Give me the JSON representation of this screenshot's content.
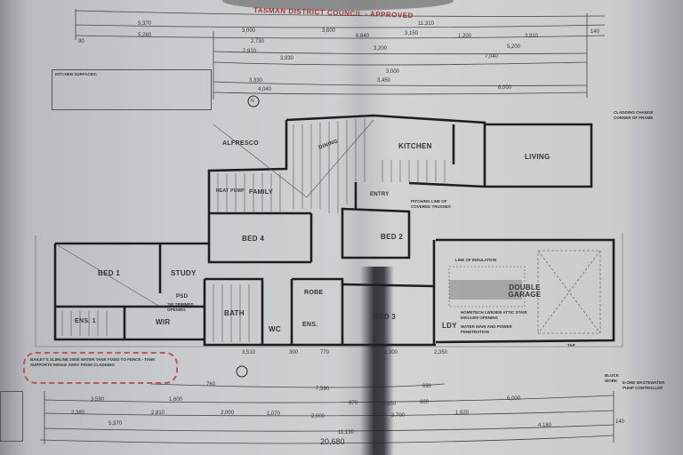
{
  "stamp": "TASMAN DISTRICT COUNCIL - APPROVED",
  "rooms": {
    "alfresco": "ALFRESCO",
    "dining": "DINING",
    "kitchen": "KITCHEN",
    "living": "LIVING",
    "family": "FAMILY",
    "heat_pump": "HEAT PUMP",
    "entry": "ENTRY",
    "bed4": "BED 4",
    "bed2": "BED 2",
    "bed1": "BED 1",
    "study": "STUDY",
    "wir": "WIR",
    "ens1": "ENS. 1",
    "bath": "BATH",
    "wc": "WC",
    "robe": "ROBE",
    "ens": "ENS.",
    "bed3": "BED 3",
    "ldy": "LDY",
    "garage": "DOUBLE GARAGE",
    "psd": "PSD"
  },
  "notes": {
    "kitchen_surfaces_title": "KITCHEN SURFACES:",
    "water_tank": "BAILEY'S SLIMLINE 2000l WATER TANK FIXED TO FENCE - TANK SUPPORTS 500mm AWAY FROM CLADDING",
    "pitching_line": "PITCHING LINE OF COVERED TRUSSES",
    "line_of_insulation": "LINE OF INSULATION",
    "hometech": "HOMETECH LW52800 ATTIC STAIR 600x1300 OPENING",
    "water_main": "WATER MAIN AND POWER PENETRATION",
    "cladding_change": "CLADDING CHANGE CORNER OF FRAME",
    "block_work": "BLOCK WORK",
    "pump_controller": "E-ONE WASTEWATER PUMP CONTROLLER",
    "trimmed_opening": "760 TRIMMED OPENING",
    "tap": "TAP"
  },
  "dimensions": {
    "top": [
      "5,370",
      "5,280",
      "3,000",
      "2,730",
      "2,910",
      "3,930",
      "3,600",
      "3,330",
      "4,040",
      "11,310",
      "3,150",
      "1,200",
      "3,910",
      "5,200",
      "7,040",
      "6,000",
      "3,000",
      "3,450",
      "6,840",
      "3,200"
    ],
    "bottom_row1": [
      "760",
      "7,590",
      "690",
      "6,000"
    ],
    "bottom_row2": [
      "3,590",
      "1,600",
      "970",
      "1,950",
      "600"
    ],
    "bottom_row3": [
      "2,380",
      "2,810",
      "2,000",
      "1,070",
      "2,000",
      "3,700",
      "1,820"
    ],
    "bottom_row4": [
      "5,370",
      "11,130",
      "4,180",
      "140"
    ],
    "total": "20,680",
    "wall_under": [
      "3,510",
      "300",
      "770",
      "1,300",
      "2,350"
    ],
    "small": [
      "90",
      "140"
    ]
  },
  "compass": "N"
}
